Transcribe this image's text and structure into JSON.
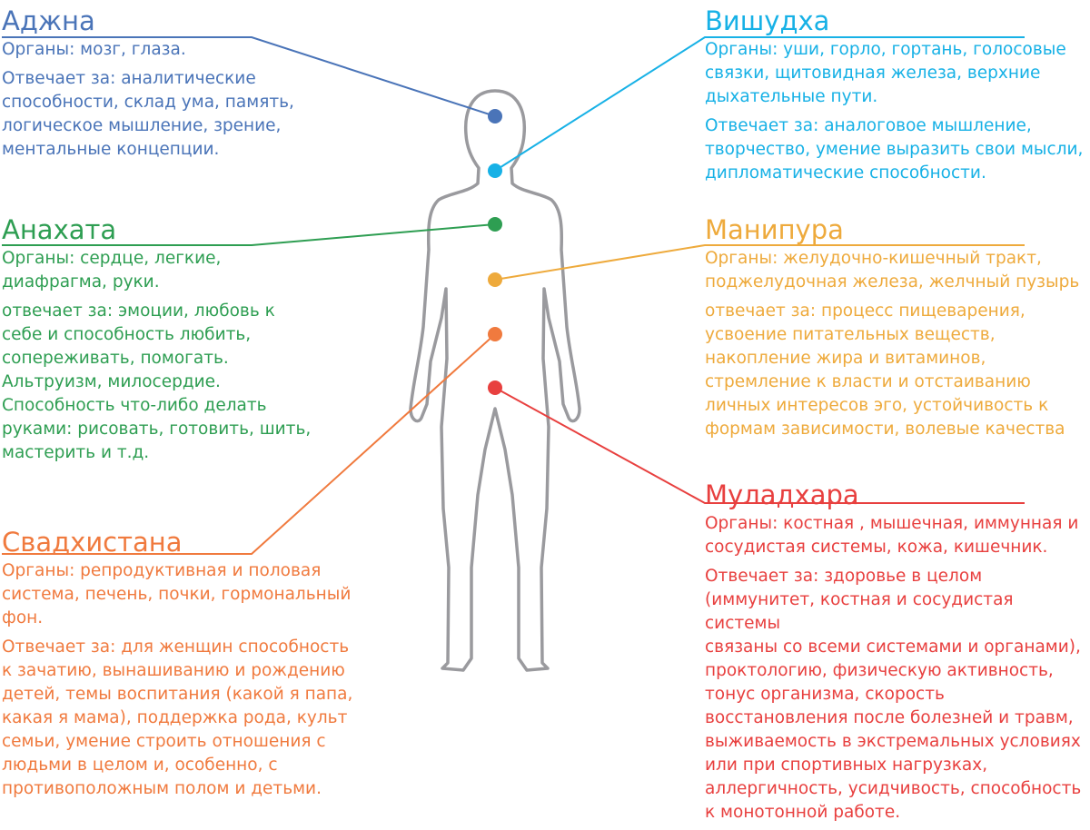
{
  "chakras": [
    {
      "id": "ajna",
      "name": "Аджна",
      "color": "#4a74b8",
      "organs": "Органы: мозг, глаза.",
      "responsibility": "Отвечает за: аналитические\nспособности, склад ума, память,\nлогическое мышление, зрение,\nментальные концепции."
    },
    {
      "id": "vishuddha",
      "name": "Вишудха",
      "color": "#17b1e6",
      "organs": "Органы: уши, горло, гортань, голосовые\nсвязки, щитовидная железа, верхние\nдыхательные пути.",
      "responsibility": "Отвечает за: аналоговое мышление,\nтворчество, умение выразить свои мысли,\nдипломатические способности."
    },
    {
      "id": "anahata",
      "name": "Анахата",
      "color": "#2e9e52",
      "organs": "Органы: сердце, легкие,\nдиафрагма, руки.",
      "responsibility": "отвечает за: эмоции, любовь к\nсебе и способность любить,\nсопереживать, помогать.\nАльтруизм, милосердие.\nСпособность что-либо делать\nруками: рисовать, готовить, шить,\nмастерить и т.д."
    },
    {
      "id": "manipura",
      "name": "Манипура",
      "color": "#eeaa3c",
      "organs": "Органы: желудочно-кишечный тракт,\nподжелудочная железа, желчный пузырь",
      "responsibility": "отвечает за: процесс пищеварения,\nусвоение питательных веществ,\nнакопление жира и витаминов,\nстремление к власти и отстаиванию\nличных интересов эго, устойчивость к\nформам зависимости, волевые качества"
    },
    {
      "id": "svadhisthana",
      "name": "Свадхистана",
      "color": "#f07a3e",
      "organs": "Органы: репродуктивная и половая\nсистема, печень, почки, гормональный\nфон.",
      "responsibility": "Отвечает за: для женщин способность\nк зачатию, вынашиванию и рождению\nдетей, темы воспитания (какой я папа,\nкакая я мама), поддержка рода, культ\nсемьи, умение строить отношения с\nлюдьми в целом и, особенно, с\nпротивоположным полом и детьми."
    },
    {
      "id": "muladhara",
      "name": "Муладхара",
      "color": "#e8403f",
      "organs": "Органы: костная , мышечная, иммунная и\nсосудистая системы, кожа, кишечник.",
      "responsibility": "Отвечает за: здоровье в целом\n(иммунитет, костная и сосудистая системы\nсвязаны со всеми системами и органами),\nпроктологию, физическую активность,\nтонус организма, скорость\nвосстановления после болезней и травм,\nвыживаемость в экстремальных условиях\nили при спортивных нагрузках,\nаллергичность, усидчивость, способность\nк монотонной работе."
    }
  ],
  "body_outline_color": "#9a9a9e"
}
